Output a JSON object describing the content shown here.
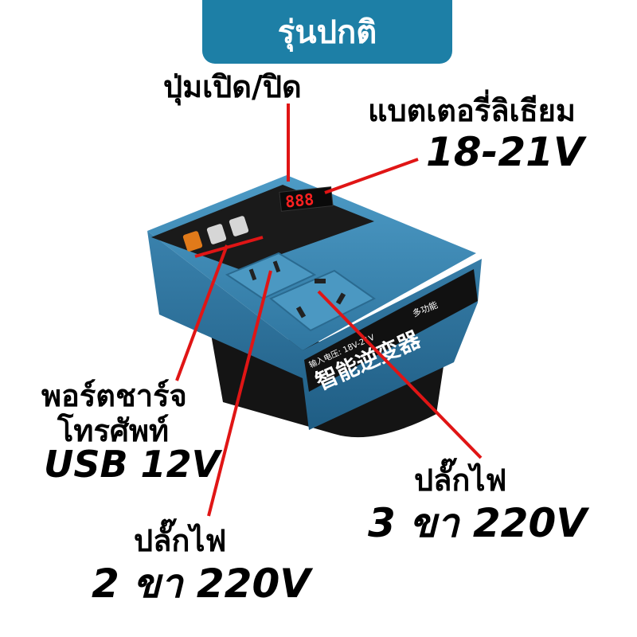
{
  "banner": {
    "title": "รุ่นปกติ"
  },
  "labels": {
    "power_button": "ปุ่มเปิด/ปิด",
    "battery_line1": "แบตเตอรี่ลิเธียม",
    "battery_line2": "18-21V",
    "usb_line1": "พอร์ตชาร์จ",
    "usb_line2": "โทรศัพท์",
    "usb_line3": "USB 12V",
    "plug2_line1": "ปลั๊กไฟ",
    "plug2_line2": "2 ขา 220V",
    "plug3_line1": "ปลั๊กไฟ",
    "plug3_line2": "3 ขา 220V"
  },
  "device": {
    "display_digits": "888",
    "title_chinese": "智能逆变器",
    "input_text": "输入电压: 18V-21V",
    "function_text": "多功能"
  },
  "colors": {
    "banner": "#1d7fa6",
    "body": "#3a86b0",
    "leader": "#e01515",
    "display": "#ff2020"
  }
}
